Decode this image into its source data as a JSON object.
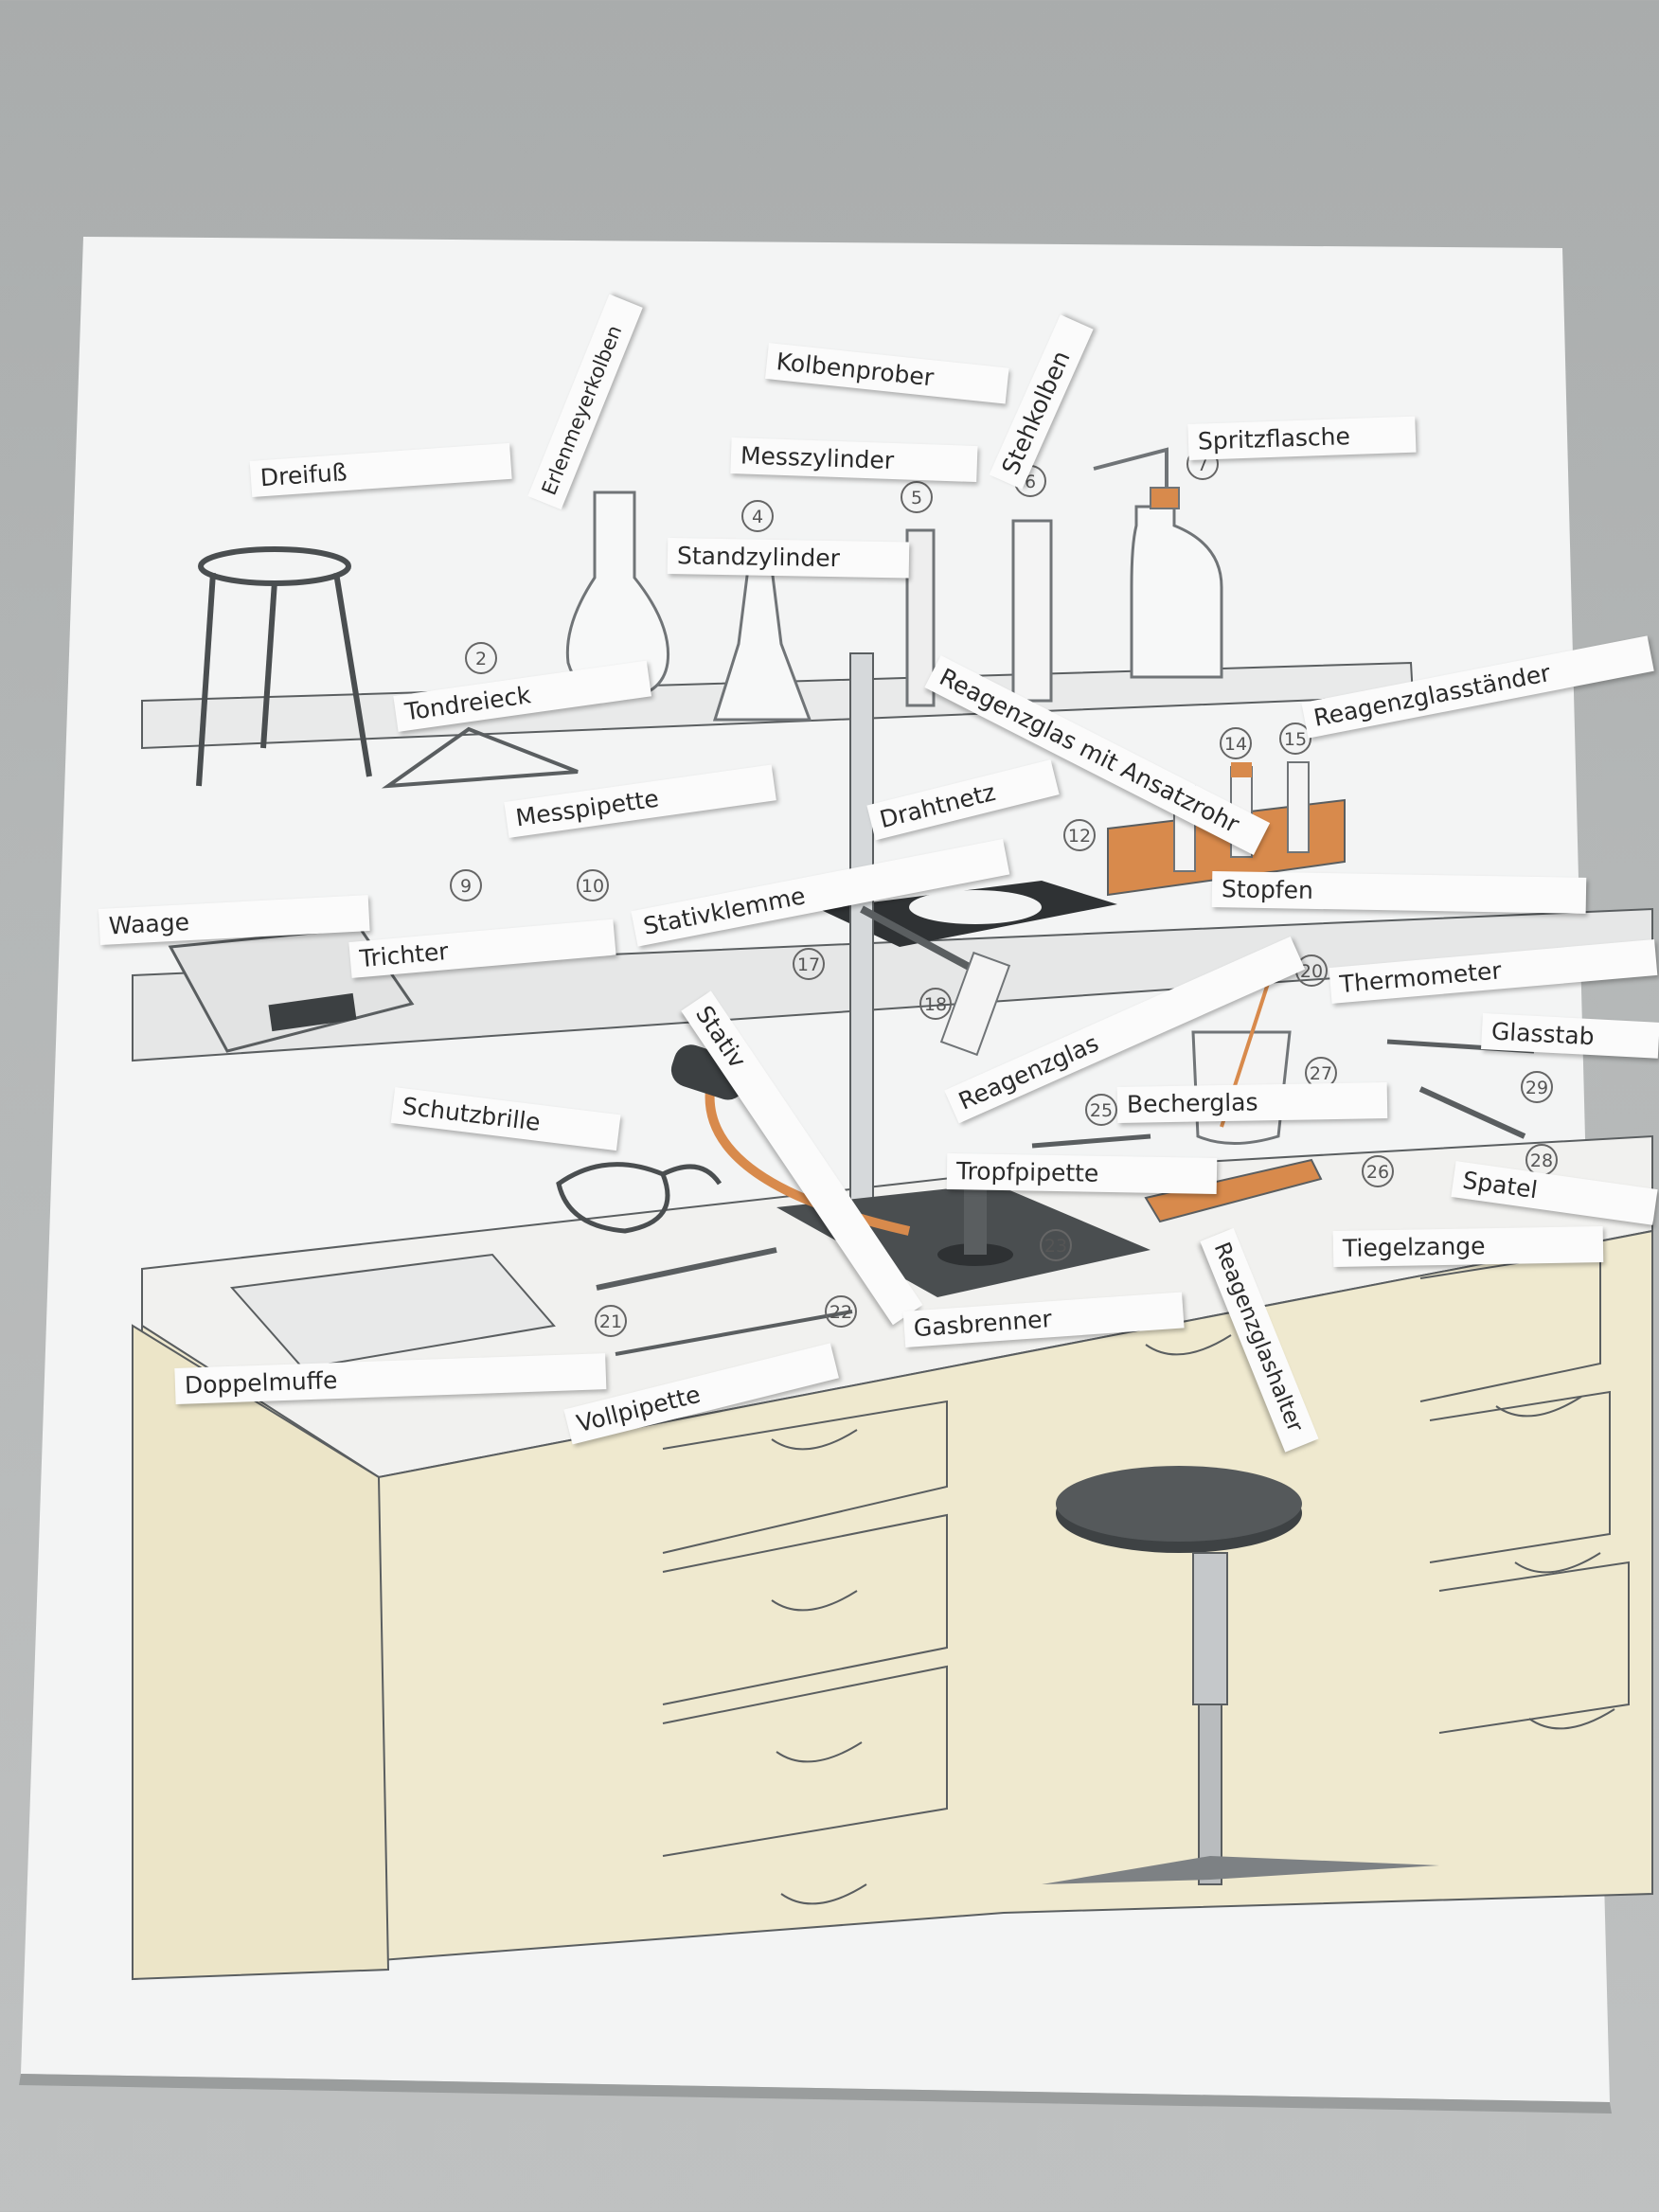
{
  "photo": {
    "subject": "Worksheet illustration of a chemistry lab bench with paper name tags laid on it",
    "colors": {
      "background": "#b4b7b7",
      "paper": "#f3f4f4",
      "cabinet": "#efe9cf",
      "accent_orange": "#d88a4c",
      "outline": "#5a5e60"
    }
  },
  "labels": {
    "dreifuss": "Dreifuß",
    "erlenmeyerkolben": "Erlenmeyerkolben",
    "kolbenprober": "Kolbenprober",
    "messzylinder": "Messzylinder",
    "stehkolben": "Stehkolben",
    "spritzflasche": "Spritzflasche",
    "standzylinder": "Standzylinder",
    "tondreieck": "Tondreieck",
    "reagenzglas_ansatz": "Reagenzglas mit Ansatzrohr",
    "reagenzglasstaender": "Reagenzglasständer",
    "messpipette": "Messpipette",
    "drahtnetz": "Drahtnetz",
    "stopfen": "Stopfen",
    "waage": "Waage",
    "trichter": "Trichter",
    "stativklemme": "Stativklemme",
    "stativ": "Stativ",
    "thermometer": "Thermometer",
    "glasstab": "Glasstab",
    "reagenzglas": "Reagenzglas",
    "becherglas": "Becherglas",
    "schutzbrille": "Schutzbrille",
    "tropfpipette": "Tropfpipette",
    "spatel": "Spatel",
    "reagenzglashalter": "Reagenzglashalter",
    "tiegelzange": "Tiegelzange",
    "gasbrenner": "Gasbrenner",
    "doppelmuffe": "Doppelmuffe",
    "vollpipette": "Vollpipette"
  },
  "numbers": {
    "n2": "2",
    "n4": "4",
    "n5": "5",
    "n6": "6",
    "n7": "7",
    "n9": "9",
    "n10": "10",
    "n12": "12",
    "n14": "14",
    "n15": "15",
    "n17": "17",
    "n18": "18",
    "n20": "20",
    "n21": "21",
    "n22": "22",
    "n23": "23",
    "n25": "25",
    "n26": "26",
    "n27": "27",
    "n28": "28",
    "n29": "29"
  }
}
